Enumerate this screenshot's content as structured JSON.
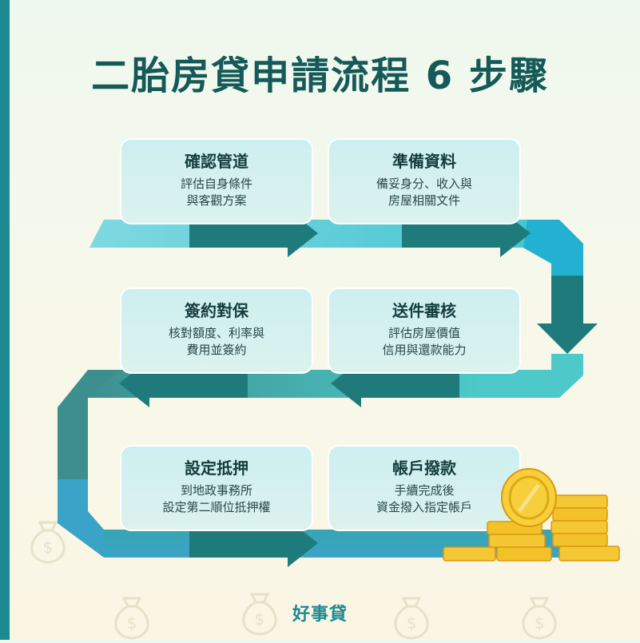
{
  "title": "二胎房貸申請流程 6 步驟",
  "steps": [
    {
      "title": "確認管道",
      "desc": "評估自身條件\n與客觀方案"
    },
    {
      "title": "準備資料",
      "desc": "備妥身分、收入與\n房屋相關文件"
    },
    {
      "title": "送件審核",
      "desc": "評估房屋價值\n信用與還款能力"
    },
    {
      "title": "簽約對保",
      "desc": "核對額度、利率與\n費用並簽約"
    },
    {
      "title": "設定抵押",
      "desc": "到地政事務所\n設定第二順位抵押權"
    },
    {
      "title": "帳戶撥款",
      "desc": "手續完成後\n資金撥入指定帳戶"
    }
  ],
  "footer": "好事貸",
  "colors": {
    "accent": "#1d8a91",
    "title": "#155a58",
    "arrow_dark": "#1f7b7b",
    "arrow_light": "#4cc9c8",
    "coin": "#f3c623"
  },
  "icons": [
    "money-bag-icon",
    "arrow-right-icon",
    "arrow-left-icon",
    "arrow-down-icon",
    "coin-stack-icon"
  ]
}
